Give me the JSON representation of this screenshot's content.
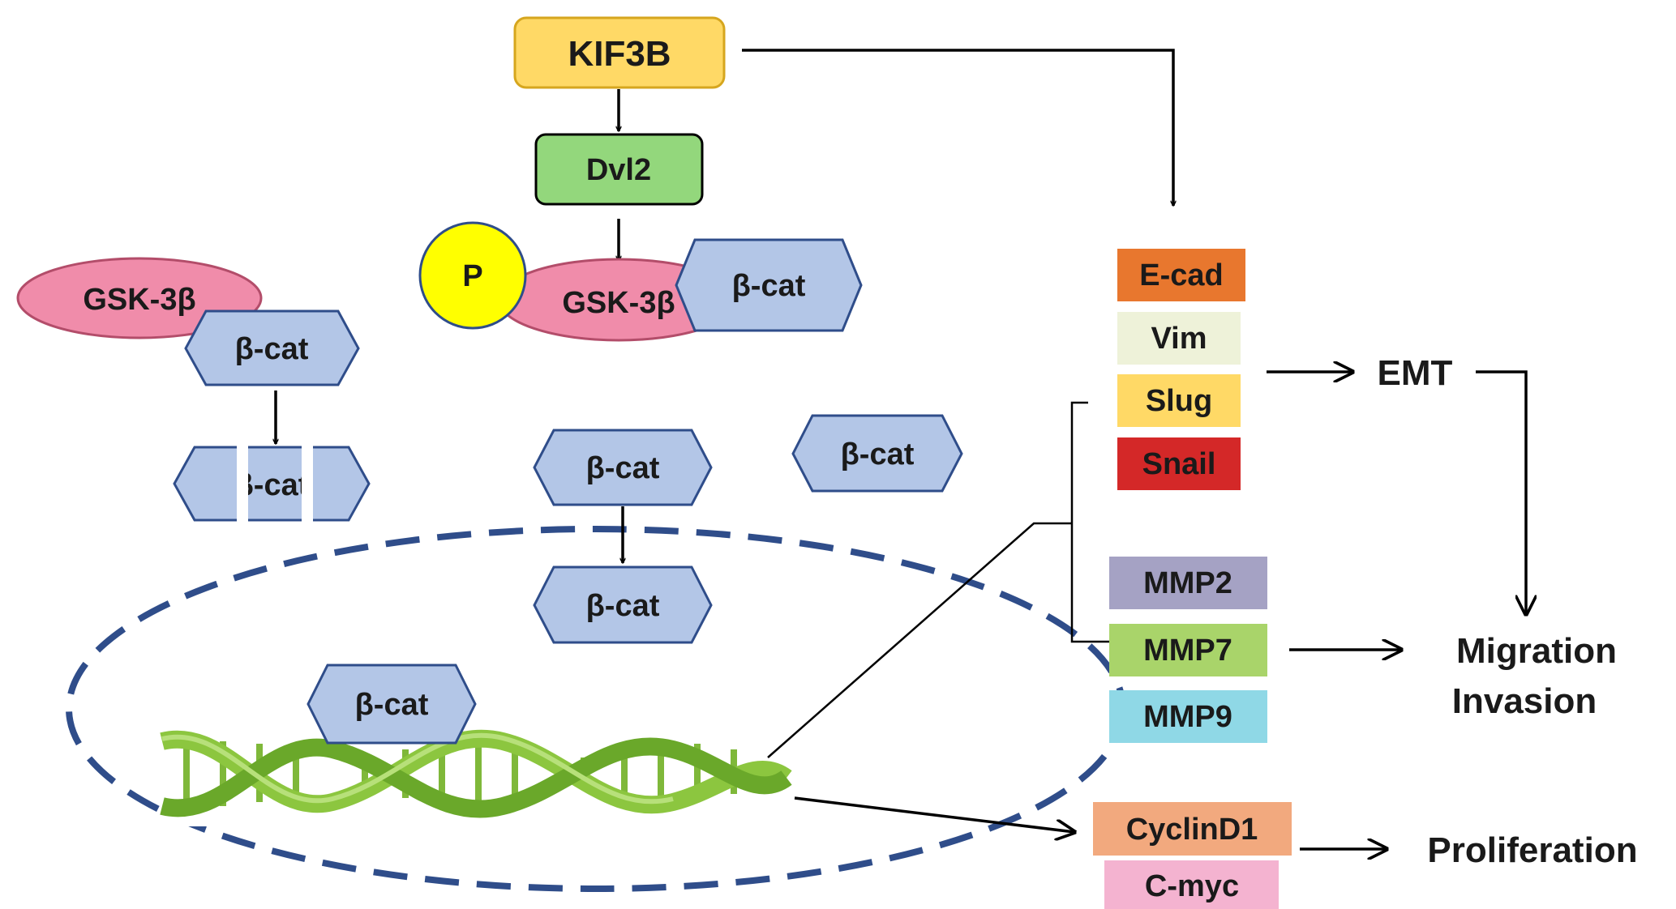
{
  "nodes": {
    "kif3b": "KIF3B",
    "dvl2": "Dvl2",
    "p": "P",
    "gsk_left": "GSK-3β",
    "gsk_center": "GSK-3β",
    "bcat_left": "β-cat",
    "bcat_left_degraded": "β-cat",
    "bcat_complex": "β-cat",
    "bcat_free_right": "β-cat",
    "bcat_cyto": "β-cat",
    "bcat_nuclear": "β-cat",
    "bcat_dna": "β-cat"
  },
  "targets": {
    "ecad": "E-cad",
    "vim": "Vim",
    "slug": "Slug",
    "snail": "Snail",
    "mmp2": "MMP2",
    "mmp7": "MMP7",
    "mmp9": "MMP9",
    "cyclind1": "CyclinD1",
    "cmyc": "C-myc"
  },
  "outcomes": {
    "emt": "EMT",
    "migration": "Migration",
    "invasion": "Invasion",
    "proliferation": "Proliferation"
  },
  "colors": {
    "kif3b": "#ffd966",
    "dvl2": "#93d77c",
    "p": "#ffff00",
    "gsk": "#f08caa",
    "bcat": "#b3c6e7",
    "nucleus_border": "#2f4d8a",
    "dna": "#8cc63f",
    "ecad": "#e8772e",
    "vim": "#eef2d9",
    "slug": "#ffd966",
    "snail": "#d42828",
    "mmp2": "#a5a2c4",
    "mmp7": "#a9d46a",
    "mmp9": "#8fd8e6",
    "cyclind1": "#f2a97e",
    "cmyc": "#f4b3d0"
  }
}
